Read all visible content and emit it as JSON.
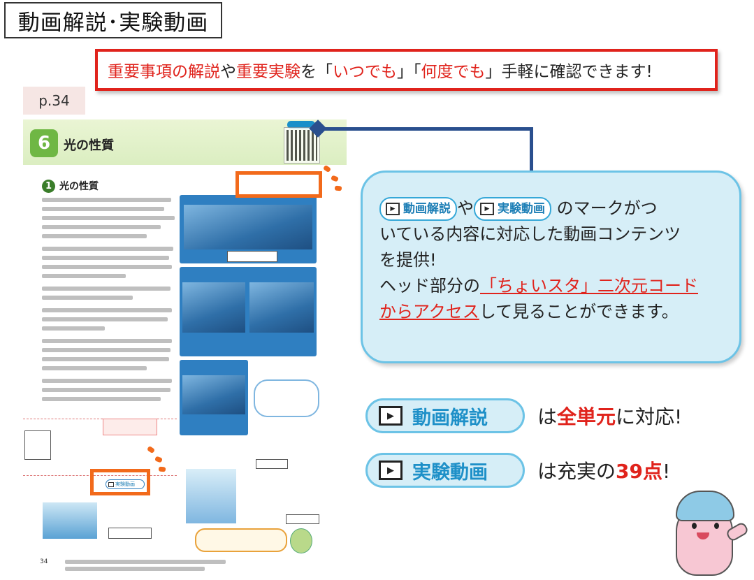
{
  "title": "動画解説･実験動画",
  "banner": {
    "part1": "重要事項の解説",
    "part2": "や",
    "part3": "重要実験",
    "part4": "を「",
    "part5": "いつでも",
    "part6": "」「",
    "part7": "何度でも",
    "part8": "」手軽に確認できます!"
  },
  "page_ref": "p.34",
  "textbook": {
    "unit_number": "6",
    "unit_title": "光の性質",
    "section_number": "1",
    "section_title": "光の性質",
    "page_number": "34",
    "mark_label": "実験動画"
  },
  "callout": {
    "badge1_label": "動画解説",
    "connector_ya": "や",
    "badge2_label": "実験動画",
    "line1_rest": "のマークがつ",
    "line2": "いている内容に対応した動画コンテンツ",
    "line3": "を提供!",
    "line4_pre": "ヘッド部分の",
    "line4_link": "「ちょいスタ」二次元コード",
    "line5_link": "からアクセス",
    "line5_rest": "して見ることができます。"
  },
  "feature1": {
    "badge": "動画解説",
    "text_pre": "は",
    "text_red": "全単元",
    "text_post": "に対応!"
  },
  "feature2": {
    "badge": "実験動画",
    "text_pre": "は充実の",
    "text_red": "39点",
    "text_post": "!"
  },
  "icons": {
    "play": "play-icon",
    "qr": "qr-code-icon",
    "mascot": "mascot-character"
  },
  "colors": {
    "accent_red": "#e0231c",
    "accent_orange": "#f26a1b",
    "callout_blue": "#6cc3e6",
    "connector_navy": "#2a4f8e",
    "header_green": "#6fb744"
  }
}
